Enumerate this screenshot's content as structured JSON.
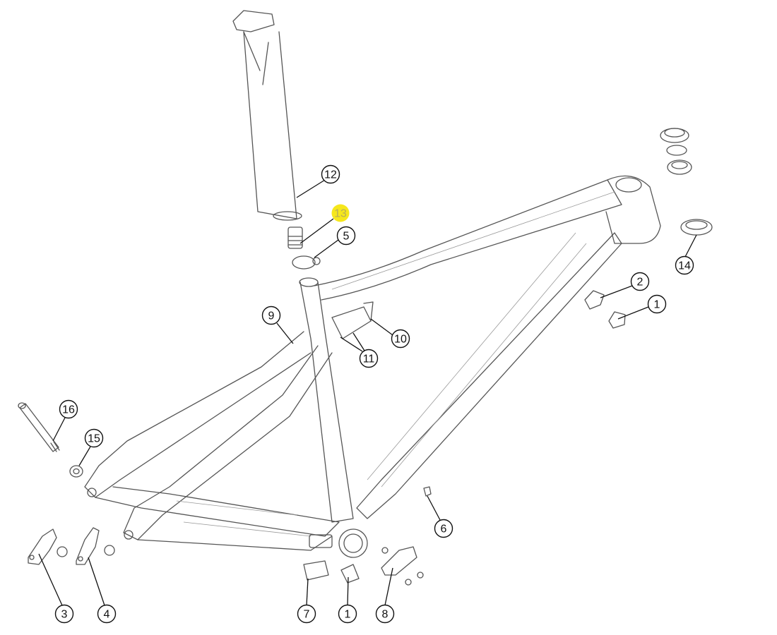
{
  "diagram": {
    "highlight_color": "#f6e71c",
    "callouts": [
      {
        "label": "12",
        "highlighted": false
      },
      {
        "label": "13",
        "highlighted": true
      },
      {
        "label": "5",
        "highlighted": false
      },
      {
        "label": "2",
        "highlighted": false
      },
      {
        "label": "1",
        "highlighted": false
      },
      {
        "label": "14",
        "highlighted": false
      },
      {
        "label": "9",
        "highlighted": false
      },
      {
        "label": "10",
        "highlighted": false
      },
      {
        "label": "11",
        "highlighted": false
      },
      {
        "label": "16",
        "highlighted": false
      },
      {
        "label": "15",
        "highlighted": false
      },
      {
        "label": "6",
        "highlighted": false
      },
      {
        "label": "3",
        "highlighted": false
      },
      {
        "label": "4",
        "highlighted": false
      },
      {
        "label": "7",
        "highlighted": false
      },
      {
        "label": "1",
        "highlighted": false
      },
      {
        "label": "8",
        "highlighted": false
      }
    ]
  }
}
